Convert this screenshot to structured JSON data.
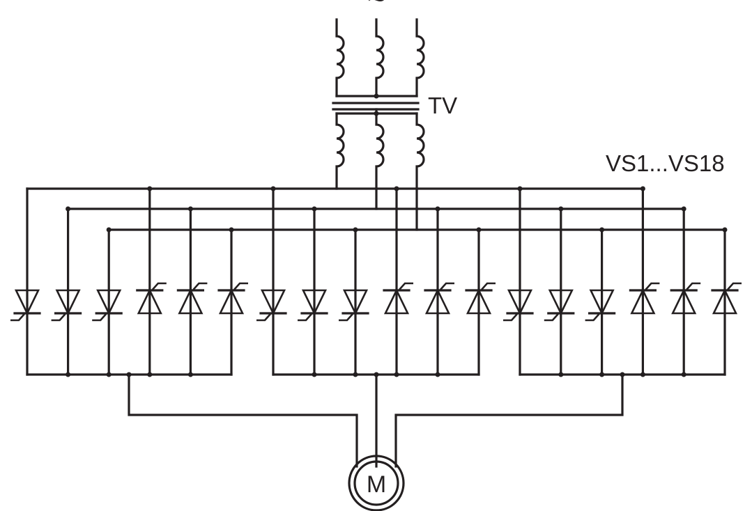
{
  "supply": {
    "symbol": "~"
  },
  "transformer": {
    "label": "TV"
  },
  "thyristors": {
    "label": "VS1...VS18"
  },
  "motor": {
    "label": "M"
  },
  "colors": {
    "line": "#231f20",
    "background": "#ffffff"
  }
}
